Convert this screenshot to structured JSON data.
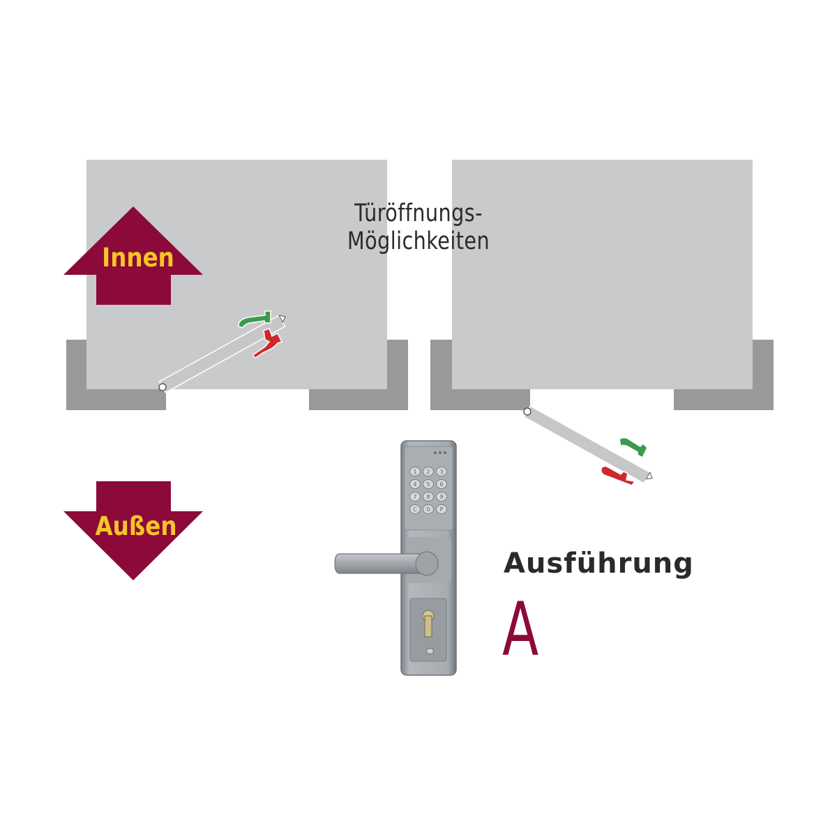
{
  "title": "Türöffnungs-Möglichkeiten",
  "arrows": {
    "inside_label": "Innen",
    "outside_label": "Außen",
    "color": "#8b0a3a",
    "text_color": "#f7c525"
  },
  "variant": {
    "heading": "Ausführung",
    "letter": "A",
    "letter_color": "#8b0a3a"
  },
  "colors": {
    "room": "#c9cacb",
    "wall": "#98999b",
    "handle_green": "#3c9a4c",
    "handle_red": "#d0282a",
    "lock_body": "#a3a8ad"
  },
  "keypad_keys": [
    "1",
    "2",
    "3",
    "4",
    "5",
    "6",
    "7",
    "8",
    "9",
    "C",
    "0",
    "P"
  ],
  "icons": [
    "arrow-up-icon",
    "arrow-down-icon",
    "door-lever-handle-icon",
    "keypad-lock-icon"
  ]
}
